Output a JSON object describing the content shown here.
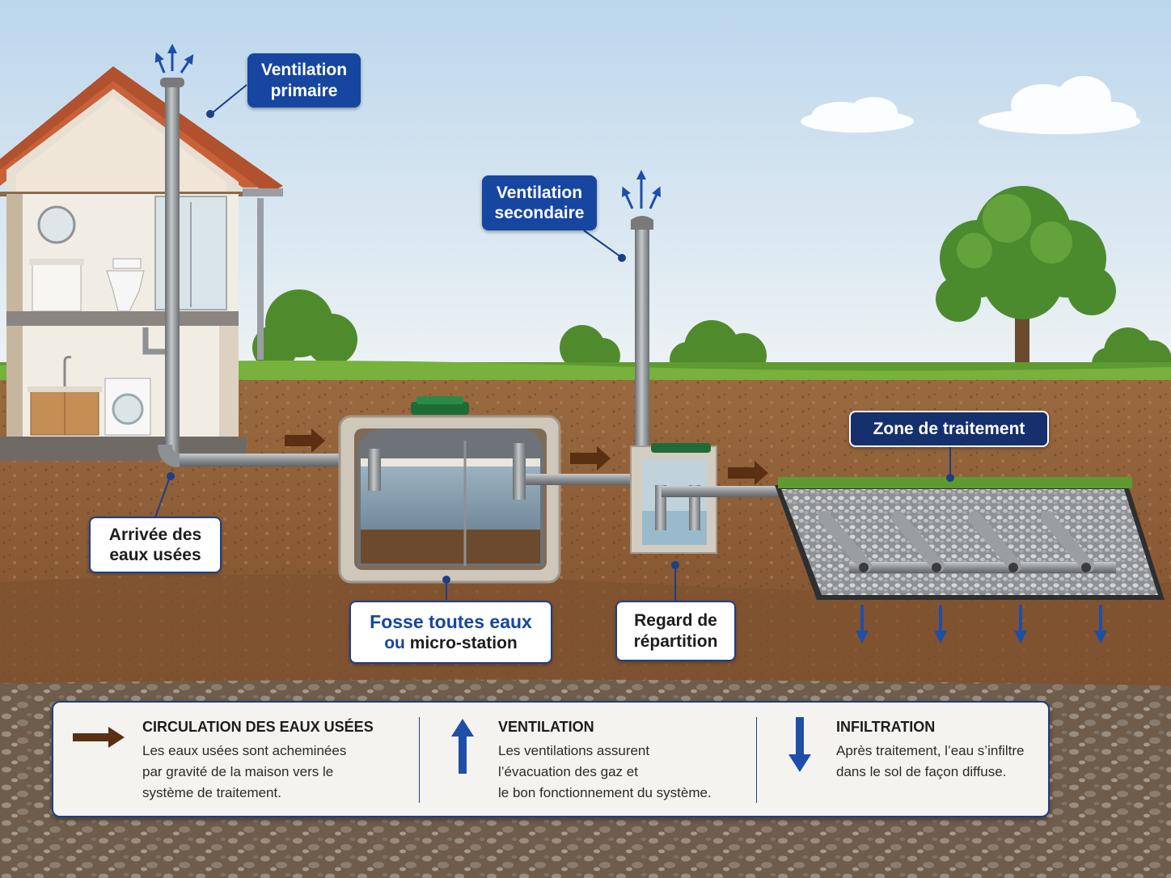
{
  "labels": {
    "ventilation_primaire": [
      "Ventilation",
      "primaire"
    ],
    "ventilation_secondaire": [
      "Ventilation",
      "secondaire"
    ],
    "arrivee": [
      "Arrivée des",
      "eaux usées"
    ],
    "fosse_line1": "Fosse toutes eaux",
    "fosse_line2_a": "ou",
    "fosse_line2_b": " micro-station",
    "regard": [
      "Regard de",
      "répartition"
    ],
    "zone": "Zone de traitement"
  },
  "legend": {
    "circulation": {
      "title": "CIRCULATION DES EAUX USÉES",
      "lines": [
        "Les eaux usées sont acheminées",
        "par gravité de la maison vers le",
        "système de traitement."
      ],
      "icon": "brown-arrow-right-icon"
    },
    "ventilation": {
      "title": "VENTILATION",
      "lines": [
        "Les ventilations assurent",
        "l’évacuation des gaz et",
        "le bon fonctionnement du système."
      ],
      "icon": "blue-arrow-up-icon"
    },
    "infiltration": {
      "title": "INFILTRATION",
      "lines": [
        "Après traitement, l’eau s’infiltre",
        "dans le sol de façon diffuse."
      ],
      "icon": "blue-arrow-down-icon"
    }
  },
  "colors": {
    "label_blue": "#1646a0",
    "flow_arrow": "#5a2f12",
    "vent_arrow": "#1e4fa8",
    "soil": "#8a5a34",
    "grass": "#5e9a2f"
  }
}
